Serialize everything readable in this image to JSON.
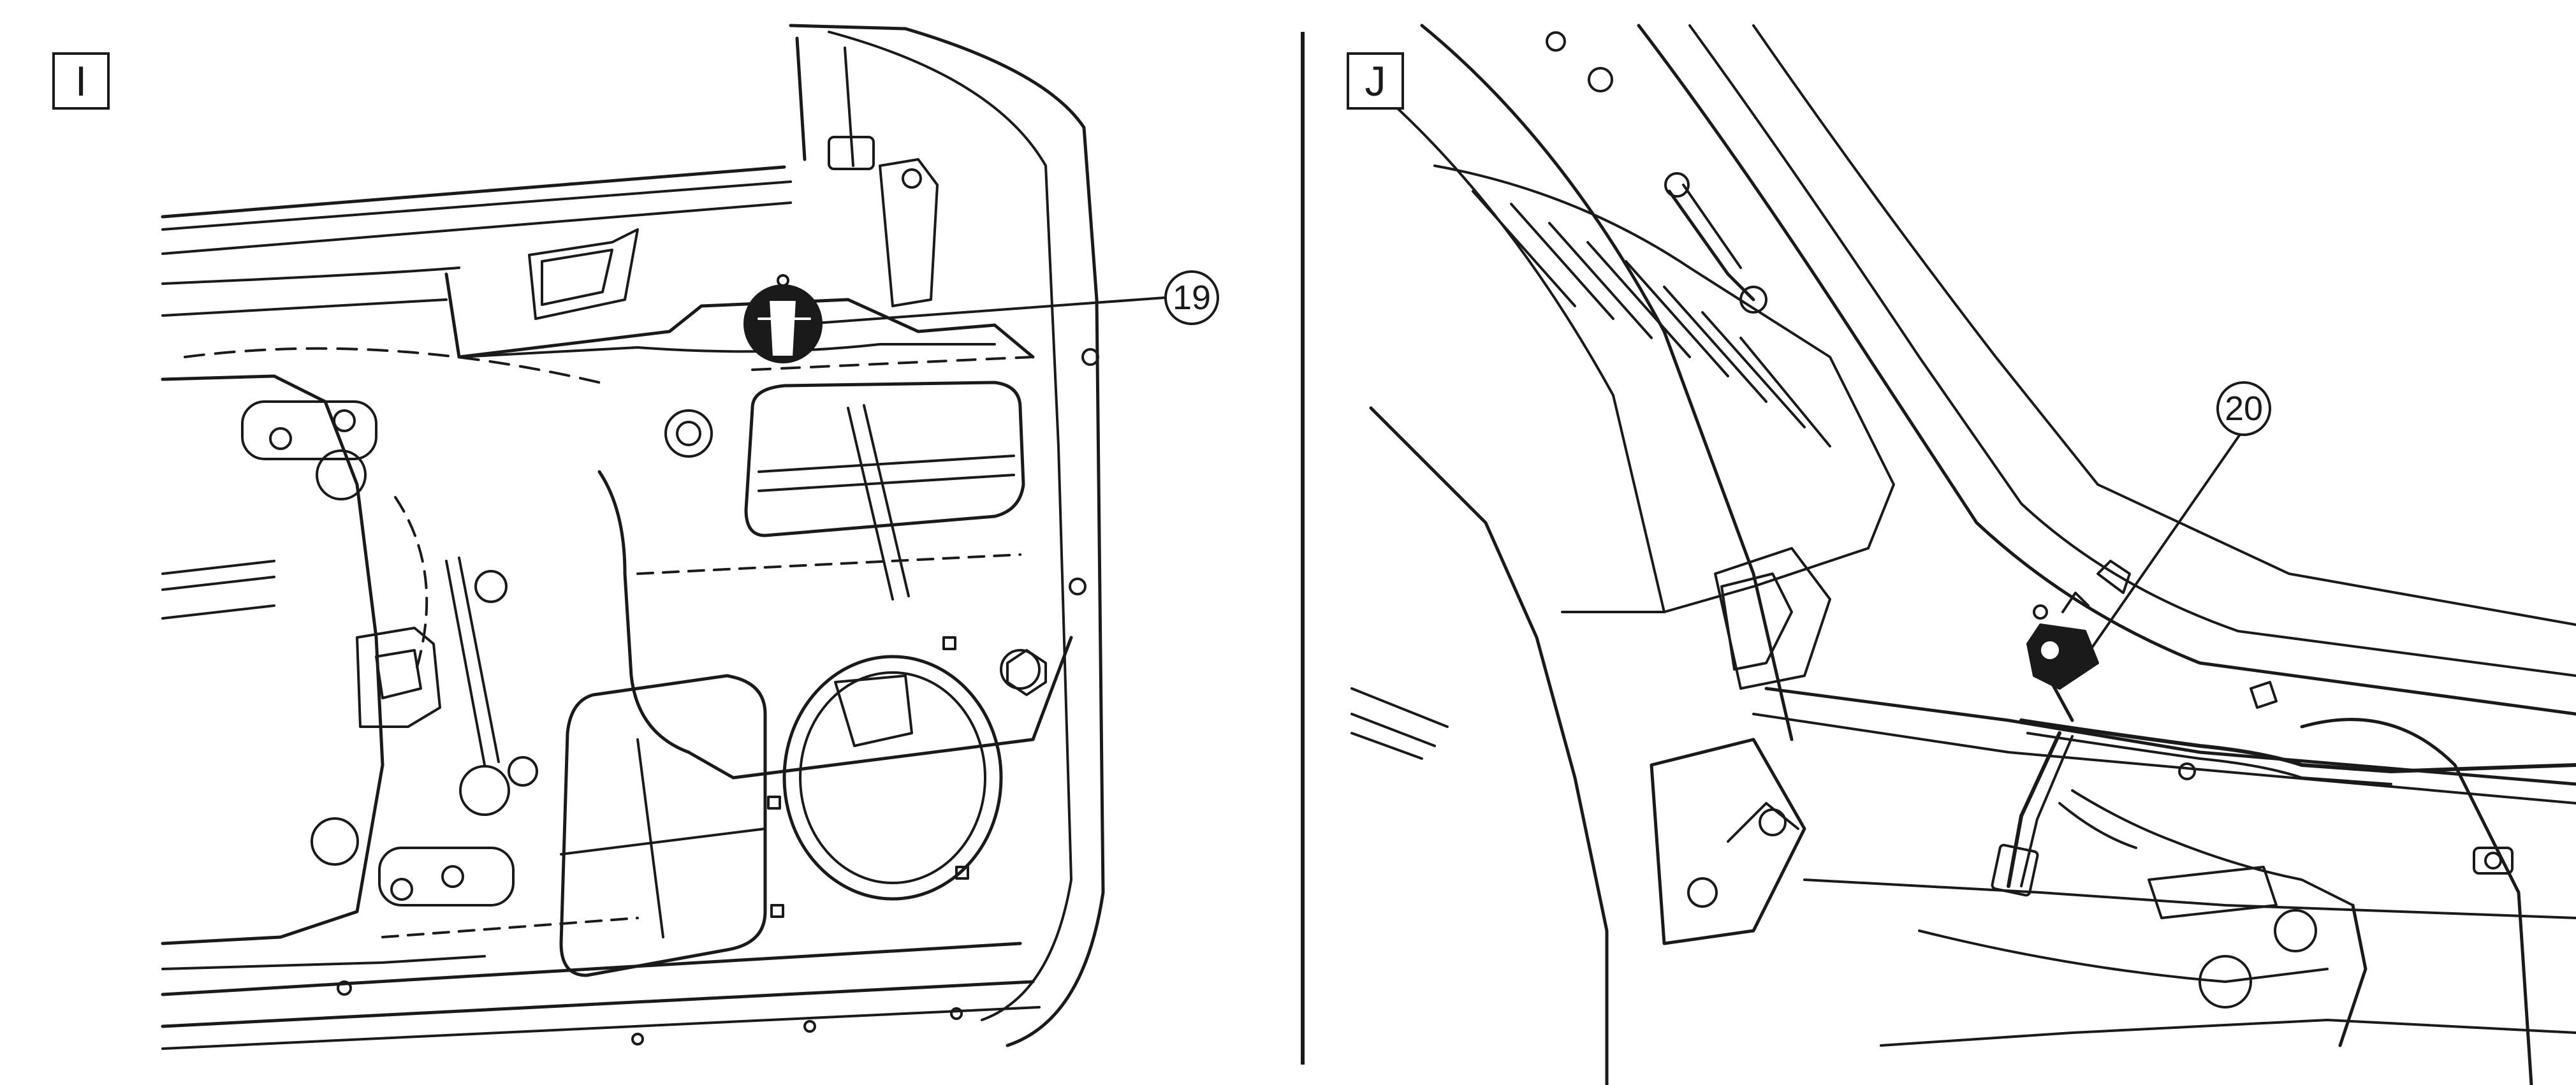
{
  "panels": [
    {
      "label": "I",
      "callout": "19"
    },
    {
      "label": "J",
      "callout": "20"
    }
  ]
}
